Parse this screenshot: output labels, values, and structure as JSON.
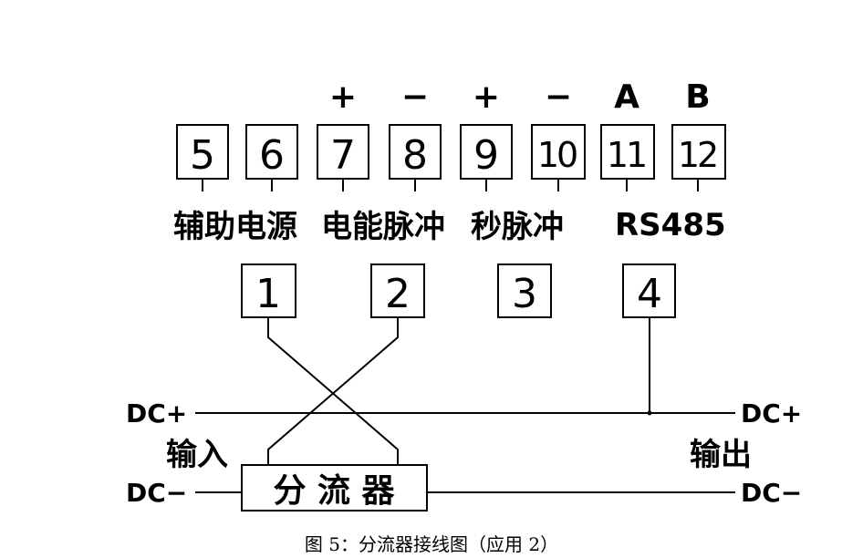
{
  "polarity_labels": [
    "+",
    "−",
    "+",
    "−",
    "A",
    "B"
  ],
  "top_terminals": [
    "5",
    "6",
    "7",
    "8",
    "9",
    "10",
    "11",
    "12"
  ],
  "group_labels": {
    "aux_power": "辅助电源",
    "energy_pulse": "电能脉冲",
    "second_pulse": "秒脉冲",
    "rs485": "RS485"
  },
  "mid_terminals": [
    "1",
    "2",
    "3",
    "4"
  ],
  "bus_labels": {
    "dc_plus_left": "DC+",
    "dc_plus_right": "DC+",
    "dc_minus_left": "DC−",
    "dc_minus_right": "DC−"
  },
  "io_labels": {
    "input": "输入",
    "output": "输出"
  },
  "shunt_label": "分 流 器",
  "caption": "图 5：分流器接线图（应用 2）"
}
